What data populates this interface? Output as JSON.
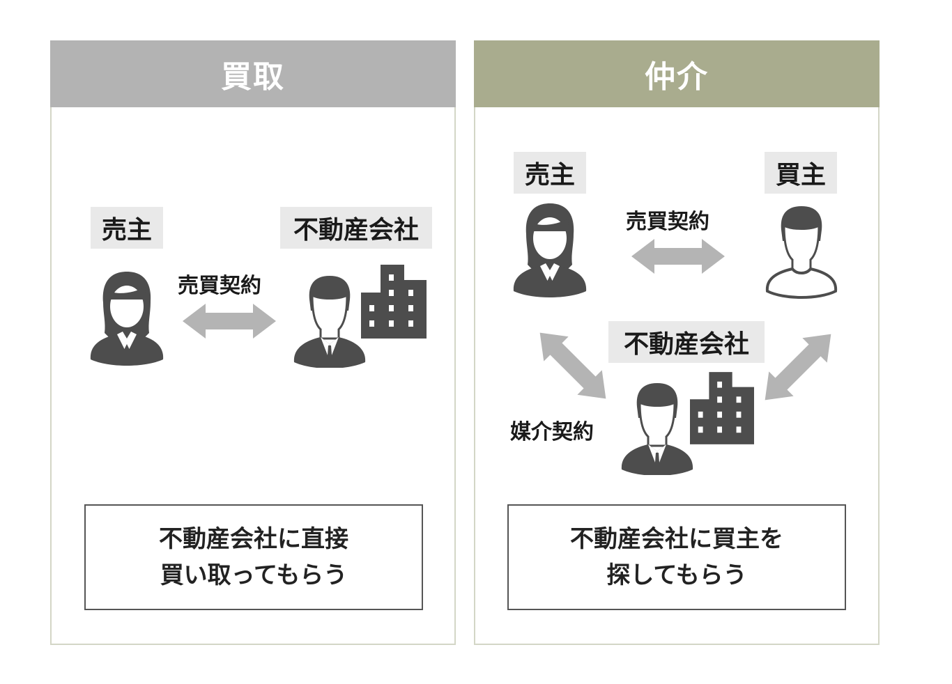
{
  "colors": {
    "kaitori_header": "#b3b3b3",
    "chukai_header": "#a9ac8e",
    "icon": "#4d4d4d",
    "arrow": "#b4b4b4",
    "label_bg": "#e9e9e9"
  },
  "kaitori": {
    "title": "買取",
    "seller_label": "売主",
    "company_label": "不動産会社",
    "contract_label": "売買契約",
    "desc_line1": "不動産会社に直接",
    "desc_line2": "買い取ってもらう"
  },
  "chukai": {
    "title": "仲介",
    "seller_label": "売主",
    "buyer_label": "買主",
    "company_label": "不動産会社",
    "contract_label": "売買契約",
    "mediation_label": "媒介契約",
    "desc_line1": "不動産会社に買主を",
    "desc_line2": "探してもらう"
  }
}
